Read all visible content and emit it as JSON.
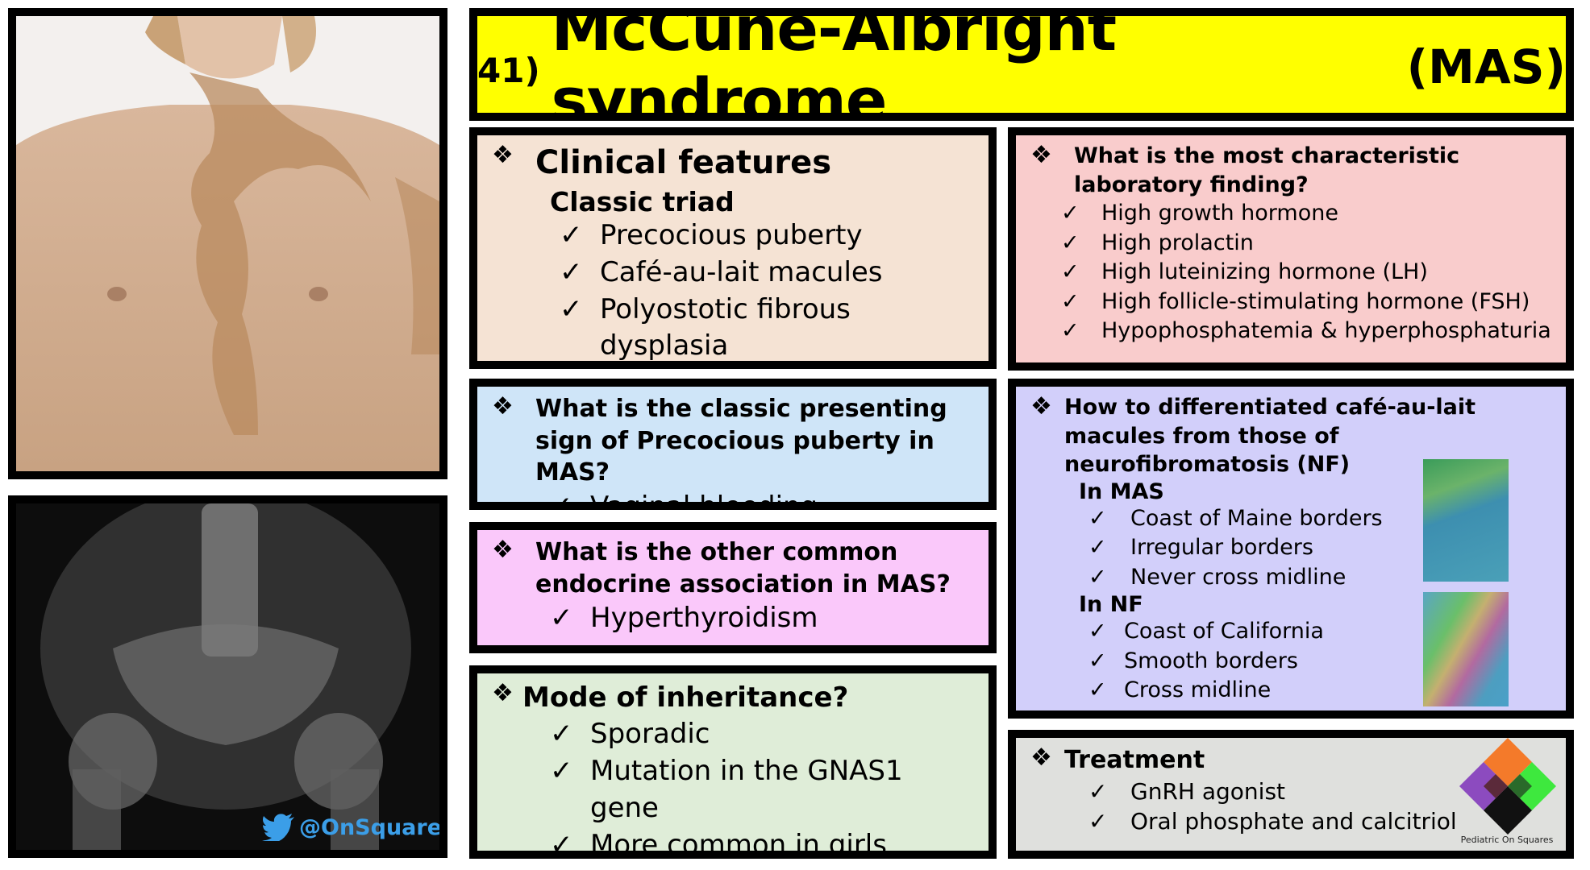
{
  "title": {
    "number": "41)",
    "main": "McCune-Albright syndrome",
    "abbr": "(MAS)"
  },
  "watermark": {
    "handle": "@OnSquares",
    "icon": "twitter-bird-icon"
  },
  "clinical": {
    "heading": "Clinical features",
    "subheading": "Classic triad",
    "items": [
      "Precocious puberty",
      "Café-au-lait macules",
      "Polyostotic fibrous dysplasia"
    ]
  },
  "presenting": {
    "question": "What is the classic presenting sign of Precocious puberty in MAS?",
    "items": [
      "Vaginal bleeding"
    ]
  },
  "endocrine": {
    "question": "What is the other common endocrine association in MAS?",
    "items": [
      "Hyperthyroidism"
    ]
  },
  "inheritance": {
    "question": "Mode of inheritance?",
    "items": [
      "Sporadic",
      "Mutation in the GNAS1 gene",
      "More common in girls"
    ]
  },
  "lab": {
    "question": "What is the most characteristic laboratory finding?",
    "items": [
      "High growth hormone",
      "High prolactin",
      "High luteinizing hormone (LH)",
      "High follicle-stimulating hormone (FSH)",
      "Hypophosphatemia & hyperphosphaturia"
    ]
  },
  "diff": {
    "question": "How to differentiated café-au-lait macules from those of neurofibromatosis (NF)",
    "mas_label": "In MAS",
    "mas_items": [
      "Coast of Maine borders",
      "Irregular borders",
      "Never cross midline"
    ],
    "nf_label": "In NF",
    "nf_items": [
      "Coast of California",
      "Smooth borders",
      "Cross midline"
    ]
  },
  "treatment": {
    "heading": "Treatment",
    "items": [
      "GnRH agonist",
      "Oral phosphate and calcitriol"
    ],
    "logo_text": "Pediatric On Squares"
  },
  "symbols": {
    "bullet": "❖",
    "check": "✓"
  },
  "colors": {
    "title_bg": "#ffff00",
    "clinical_bg": "#f5e3d4",
    "presenting_bg": "#cfe5f8",
    "endocrine_bg": "#fac8fa",
    "inheritance_bg": "#dfedd8",
    "lab_bg": "#f9cccc",
    "diff_bg": "#d2cffa",
    "treatment_bg": "#dfe0dd"
  }
}
